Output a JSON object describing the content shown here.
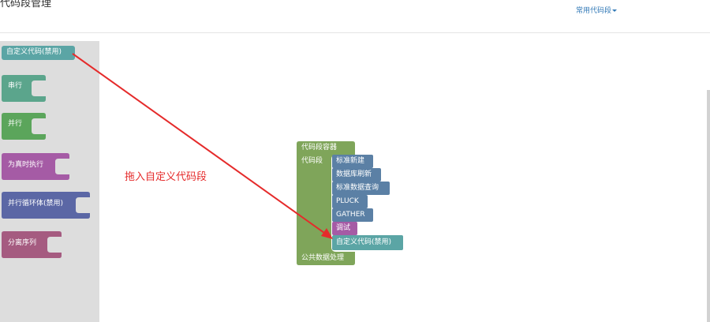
{
  "header": {
    "title": "代码段管理",
    "nav_dropdown": "常用代码段"
  },
  "toolbox": {
    "items": [
      {
        "label": "自定义代码(禁用)",
        "color": "#5ba5a5"
      },
      {
        "label": "串行",
        "color": "#5ba58c"
      },
      {
        "label": "并行",
        "color": "#5ba55b"
      },
      {
        "label": "为真时执行",
        "color": "#a55ba5"
      },
      {
        "label": "并行循环体(禁用)",
        "color": "#5b67a5"
      },
      {
        "label": "分离序列",
        "color": "#a55b80"
      }
    ]
  },
  "annotation": {
    "text": "拖入自定义代码段",
    "color": "#e52b2b"
  },
  "container": {
    "title": "代码段容器",
    "slot_label": "代码段",
    "footer_label": "公共数据处理",
    "color": "#7fa55a",
    "children": [
      {
        "label": "标准新建",
        "color": "#5b80a5"
      },
      {
        "label": "数据库刷新",
        "color": "#5b80a5"
      },
      {
        "label": "标准数据查询",
        "color": "#5b80a5"
      },
      {
        "label": "PLUCK",
        "color": "#5b80a5"
      },
      {
        "label": "GATHER",
        "color": "#5b80a5"
      },
      {
        "label": "调试",
        "color": "#a55ba5"
      },
      {
        "label": "自定义代码(禁用)",
        "color": "#5ba5a5"
      }
    ]
  }
}
